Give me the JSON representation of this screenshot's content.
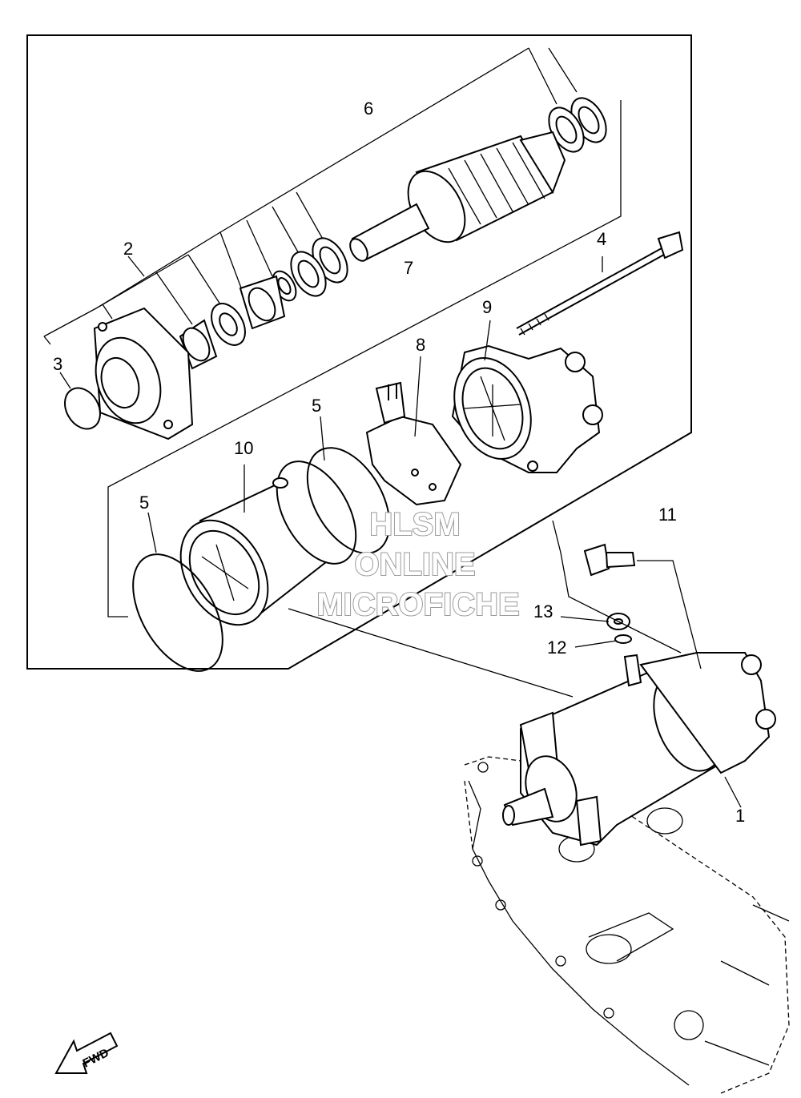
{
  "callouts": {
    "c1": "1",
    "c2": "2",
    "c3": "3",
    "c4": "4",
    "c5a": "5",
    "c5b": "5",
    "c6": "6",
    "c7": "7",
    "c8": "8",
    "c9": "9",
    "c10": "10",
    "c11": "11",
    "c12": "12",
    "c13": "13"
  },
  "watermark": {
    "line1": "HLSM",
    "line2": "ONLINE",
    "line3": "MICROFICHE"
  },
  "fwd_label": "FWD"
}
